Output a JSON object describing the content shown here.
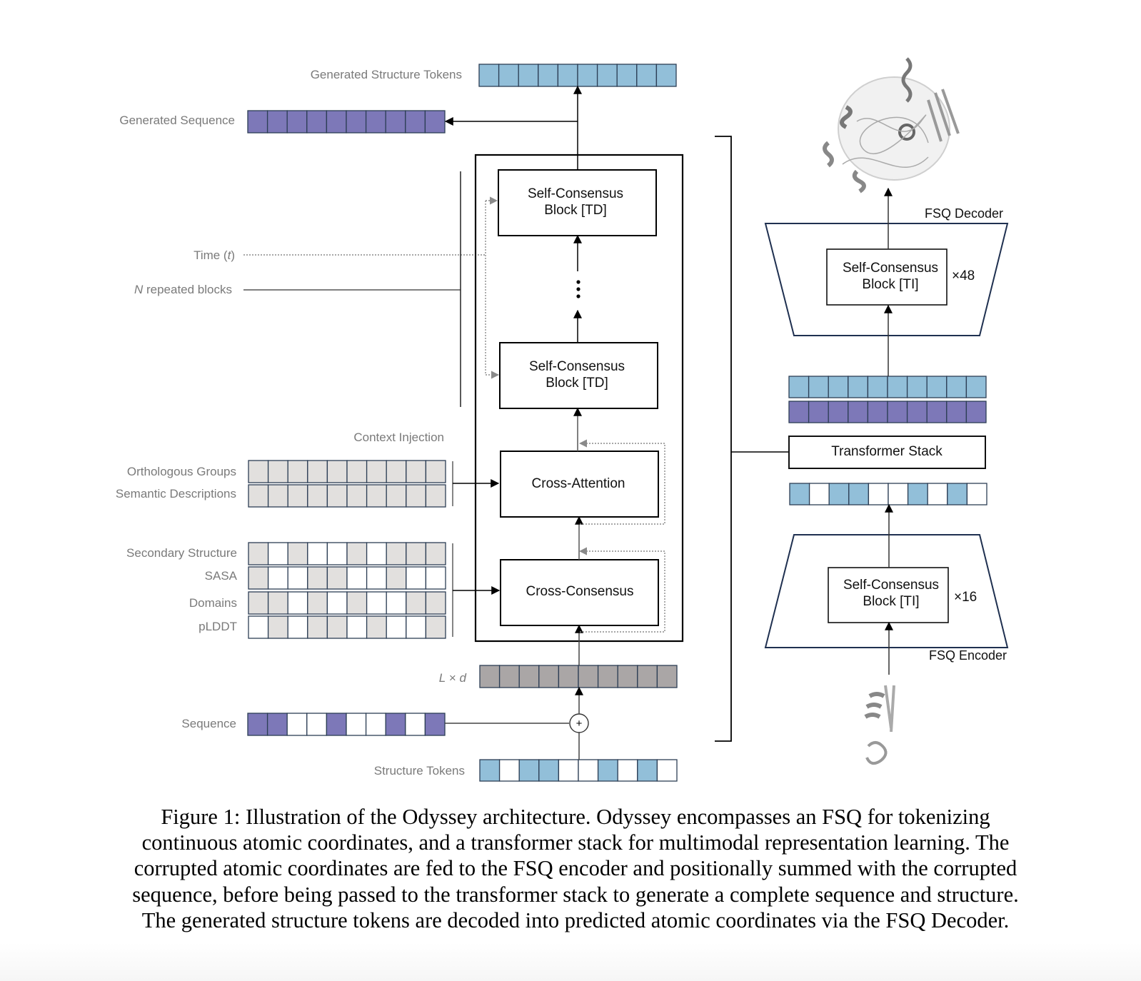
{
  "figure": {
    "labels": {
      "generated_structure_tokens": "Generated Structure Tokens",
      "generated_sequence": "Generated Sequence",
      "time": "Time (",
      "time_var": "t",
      "time_close": ")",
      "n_var": "N",
      "repeated_blocks": " repeated blocks",
      "context_injection": "Context Injection",
      "orthologous_groups": "Orthologous Groups",
      "semantic_descriptions": "Semantic Descriptions",
      "secondary_structure": "Secondary Structure",
      "sasa": "SASA",
      "domains": "Domains",
      "plddt": "pLDDT",
      "l_var": "L",
      "times_symbol": " × ",
      "d_var": "d",
      "sequence": "Sequence",
      "structure_tokens": "Structure Tokens",
      "plus": "+"
    },
    "blocks": {
      "self_consensus_td_top_line1": "Self-Consensus",
      "self_consensus_td_top_line2": "Block [TD]",
      "ellipsis": "⋮",
      "self_consensus_td_bottom_line1": "Self-Consensus",
      "self_consensus_td_bottom_line2": "Block [TD]",
      "cross_attention": "Cross-Attention",
      "cross_consensus": "Cross-Consensus"
    },
    "fsq": {
      "decoder_label": "FSQ Decoder",
      "decoder_block_line1": "Self-Consensus",
      "decoder_block_line2": "Block [TI]",
      "decoder_repeat": "×48",
      "encoder_label": "FSQ Encoder",
      "encoder_block_line1": "Self-Consensus",
      "encoder_block_line2": "Block [TI]",
      "encoder_repeat": "×16",
      "transformer_stack": "Transformer Stack"
    },
    "colors": {
      "structure_blue": "#92bfd9",
      "sequence_purple": "#7d78b8",
      "context_gray": "#e2e0de",
      "embedding_gray": "#aaa6a6",
      "empty": "#ffffff",
      "cell_border": "#2c3e55",
      "fsq_border": "#1f3050"
    },
    "token_rows": {
      "generated_structure_tokens": "BBBBBBBBBB",
      "generated_sequence": "PPPPPPPPPP",
      "orthologous_groups": "GGGGGGGGGG",
      "semantic_descriptions": "GGGGGGGGGG",
      "secondary_structure": "GWGWWGWGGG",
      "sasa": "GWWGGWWGWW",
      "domains": "GGWGWGWWGG",
      "plddt": "WGWGGWGWWG",
      "embedding_l_x_d": "EEEEEEEEEE",
      "sequence": "PPWWPWWPWP",
      "structure_tokens": "BWBBWWBWBW",
      "fsq_output_structure": "BBBBBBBBBB",
      "fsq_output_sequence": "PPPPPPPPPP",
      "fsq_input_tokens": "BWBBWWBWBW"
    },
    "icons": {
      "generated_protein": "protein-structure-large",
      "input_protein": "protein-structure-small"
    }
  },
  "caption": {
    "lines": [
      "Figure 1: Illustration of the Odyssey architecture. Odyssey encompasses an FSQ for tokenizing",
      "continuous atomic coordinates, and a transformer stack for multimodal representation learning. The",
      "corrupted atomic coordinates are fed to the FSQ encoder and positionally summed with the corrupted",
      "sequence, before being passed to the transformer stack to generate a complete sequence and structure.",
      "The generated structure tokens are decoded into predicted atomic coordinates via the FSQ Decoder."
    ]
  }
}
